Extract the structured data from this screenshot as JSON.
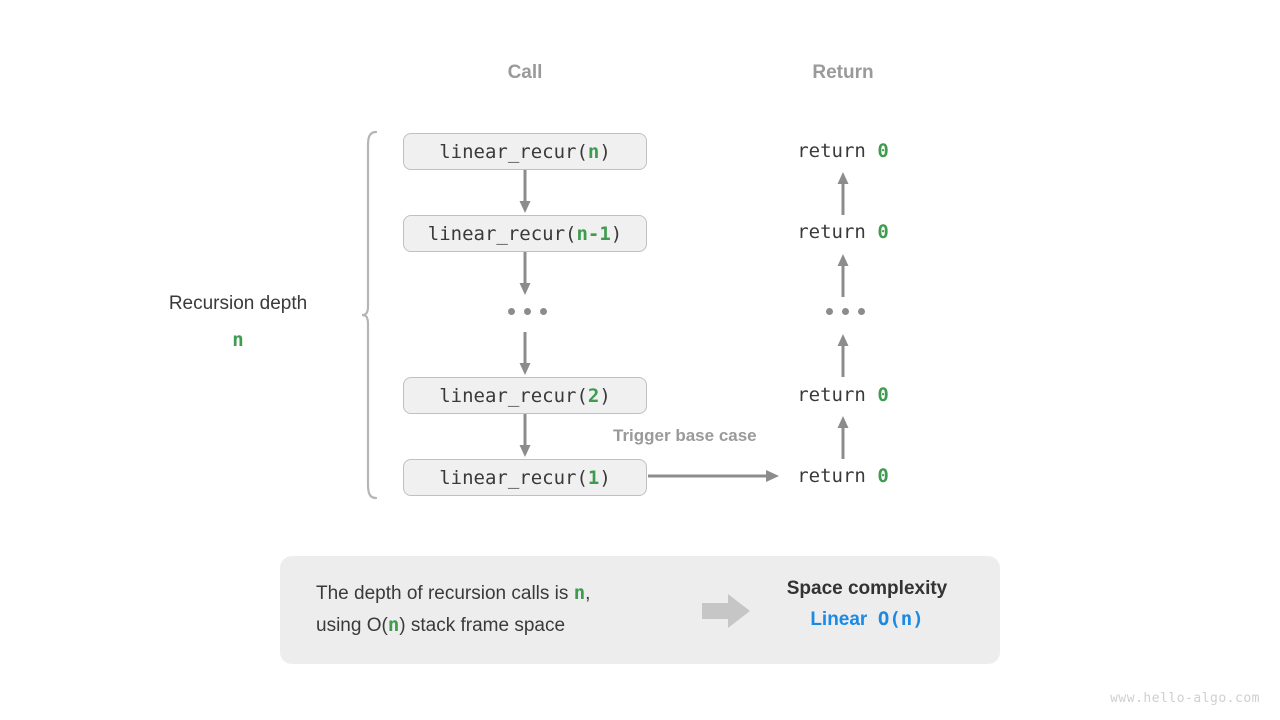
{
  "headers": {
    "call": "Call",
    "return": "Return"
  },
  "depth": {
    "label": "Recursion depth",
    "value": "n"
  },
  "call_stack": [
    {
      "prefix": "linear_recur(",
      "arg": "n",
      "suffix": ")"
    },
    {
      "prefix": "linear_recur(",
      "arg": "n-1",
      "suffix": ")"
    },
    {
      "prefix": "linear_recur(",
      "arg": "2",
      "suffix": ")"
    },
    {
      "prefix": "linear_recur(",
      "arg": "1",
      "suffix": ")"
    }
  ],
  "returns": [
    {
      "keyword": "return",
      "value": "0"
    },
    {
      "keyword": "return",
      "value": "0"
    },
    {
      "keyword": "return",
      "value": "0"
    },
    {
      "keyword": "return",
      "value": "0"
    }
  ],
  "trigger_note": "Trigger base case",
  "summary": {
    "line1_a": "The depth of recursion calls is ",
    "line1_n": "n",
    "line1_b": ",",
    "line2_a": "using O(",
    "line2_n": "n",
    "line2_b": ") stack frame space",
    "result_title": "Space complexity",
    "result_kind": "Linear",
    "result_notation": "O(n)"
  },
  "watermark": "www.hello-algo.com",
  "colors": {
    "accent_green": "#3f9b4f",
    "accent_blue": "#1a8ae5",
    "gray_text": "#9a9a9a",
    "box_fill": "#f0f0f0",
    "box_border": "#c0c0c0",
    "panel_fill": "#ededed",
    "arrow_gray": "#8c8c8c"
  }
}
